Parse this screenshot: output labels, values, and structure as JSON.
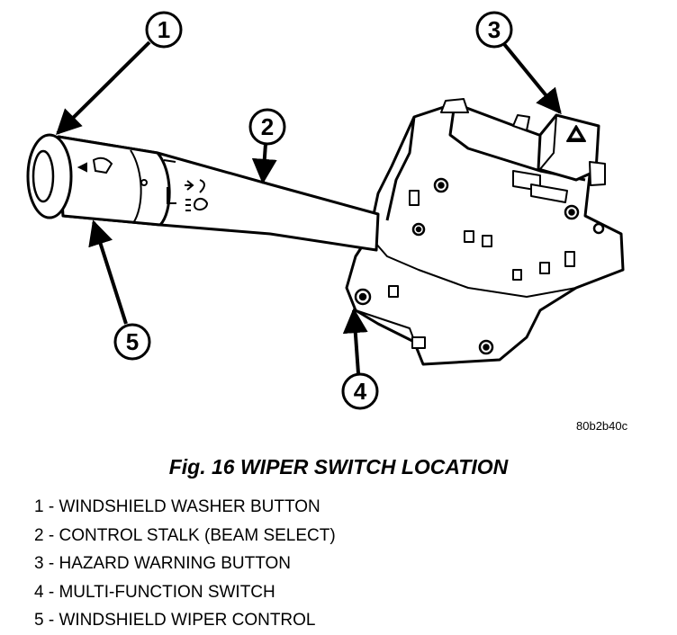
{
  "callouts": [
    {
      "number": "1",
      "label": "WINDSHIELD WASHER BUTTON"
    },
    {
      "number": "2",
      "label": "CONTROL STALK (BEAM SELECT)"
    },
    {
      "number": "3",
      "label": "HAZARD WARNING BUTTON"
    },
    {
      "number": "4",
      "label": "MULTI-FUNCTION SWITCH"
    },
    {
      "number": "5",
      "label": "WINDSHIELD WIPER CONTROL"
    }
  ],
  "figure_code": "80b2b40c",
  "caption": "Fig. 16 WIPER SWITCH LOCATION"
}
